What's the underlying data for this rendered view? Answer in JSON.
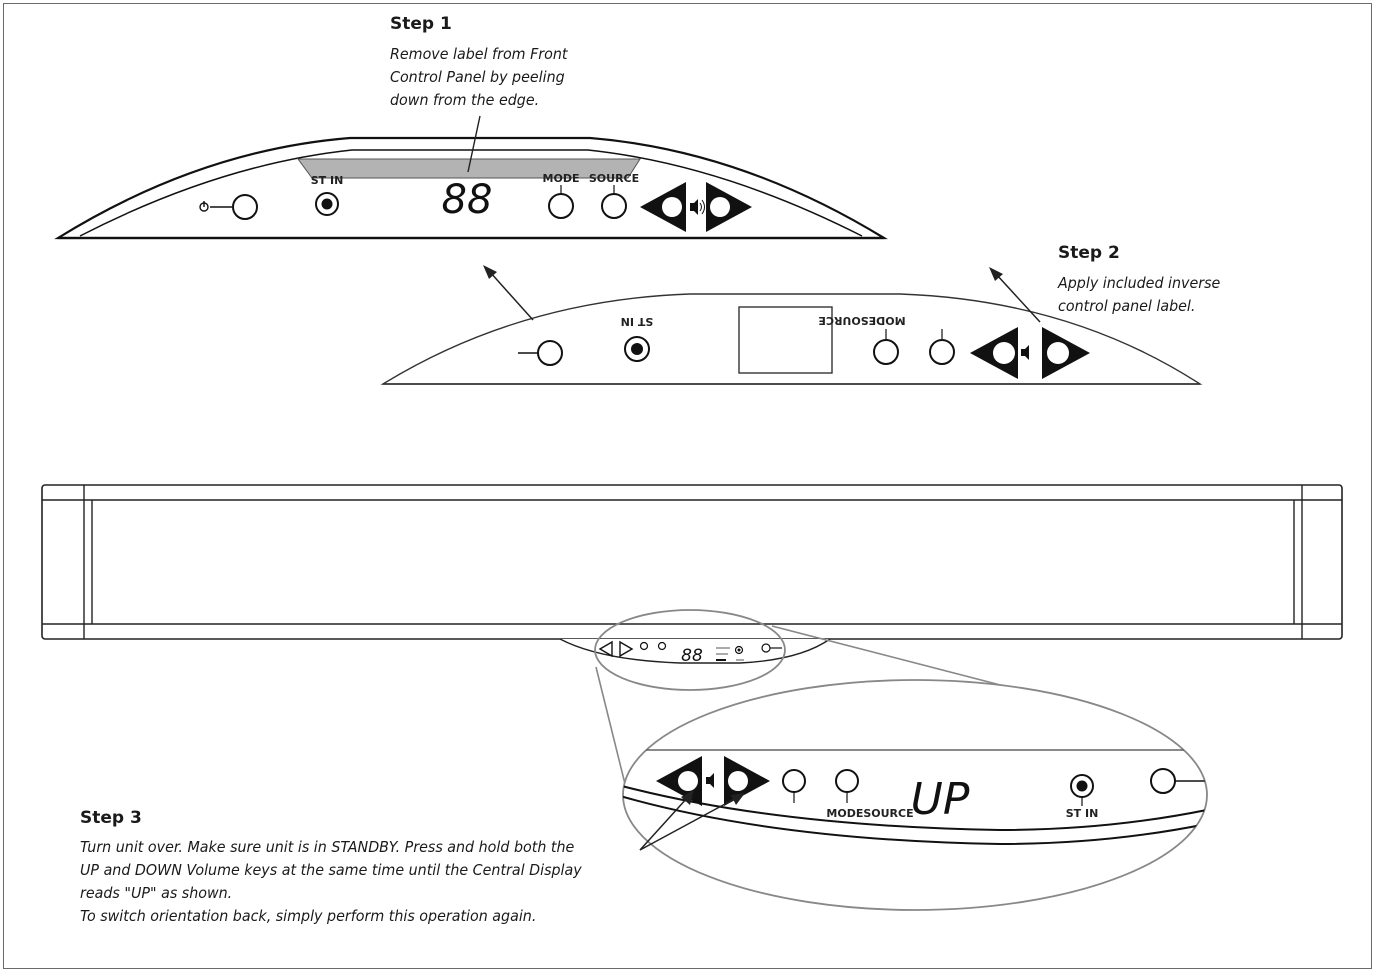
{
  "step1": {
    "title": "Step 1",
    "lines": [
      "Remove label from Front",
      "Control Panel by peeling",
      "down from the edge."
    ]
  },
  "step2": {
    "title": "Step 2",
    "lines": [
      "Apply included inverse",
      "control panel label."
    ]
  },
  "step3": {
    "title": "Step 3",
    "lines": [
      "Turn unit over. Make sure unit is in STANDBY. Press and hold both the",
      "UP and DOWN Volume keys at the same time until the Central Display",
      "reads \"UP\" as shown.",
      "To switch orientation back, simply perform this operation again."
    ]
  },
  "panel_front": {
    "st_in": "ST IN",
    "mode": "MODE",
    "source": "SOURCE",
    "display": "88"
  },
  "panel_inverse": {
    "st_in": "ST IN",
    "modesource": "MODESOURCE"
  },
  "panel_zoom": {
    "modesource": "MODESOURCE",
    "display": "UP",
    "st_in": "ST IN"
  },
  "icons": [
    "power-icon",
    "volume-down-icon",
    "volume-up-icon",
    "speaker-icon",
    "arrow-icon"
  ]
}
